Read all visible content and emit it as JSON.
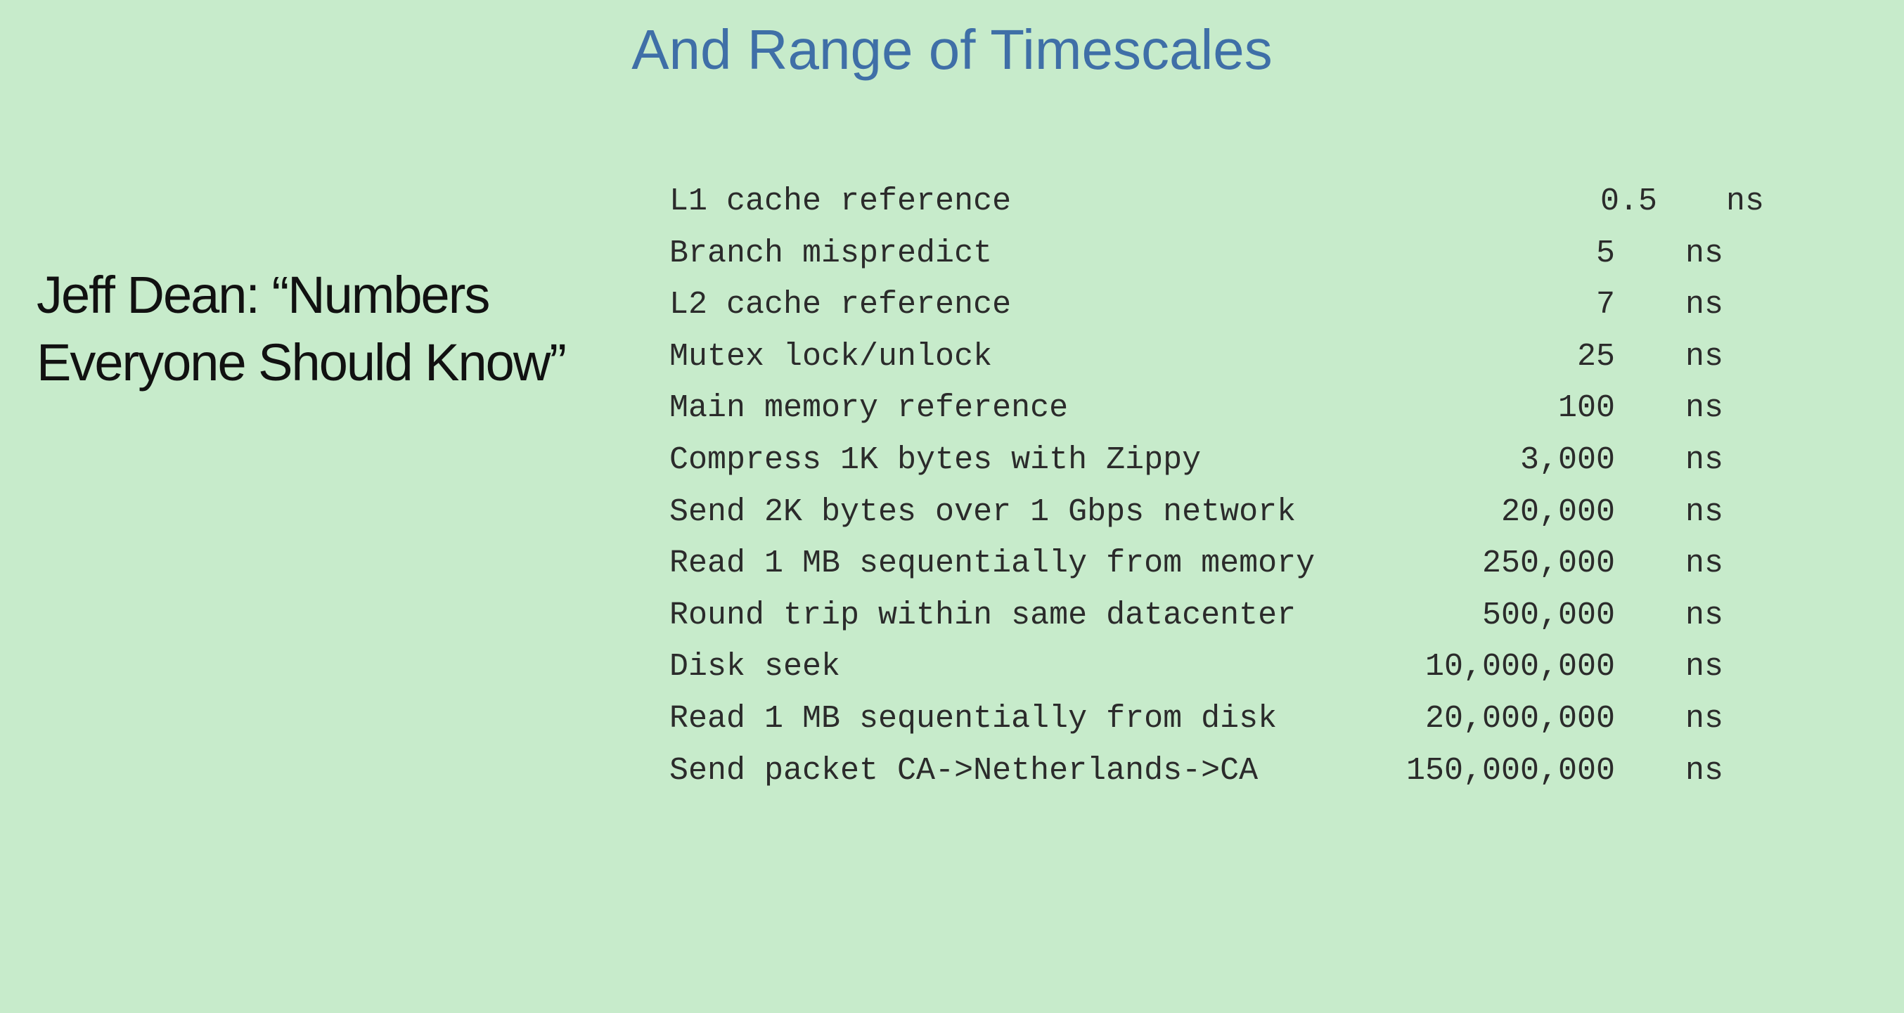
{
  "slide": {
    "title": "And Range of Timescales",
    "quote_line1": "Jeff Dean: “Numbers",
    "quote_line2": "Everyone Should Know”"
  },
  "latency_table": [
    {
      "operation": "L1 cache reference",
      "value": "0.5",
      "unit": "ns"
    },
    {
      "operation": "Branch mispredict",
      "value": "5",
      "unit": "ns"
    },
    {
      "operation": "L2 cache reference",
      "value": "7",
      "unit": "ns"
    },
    {
      "operation": "Mutex lock/unlock",
      "value": "25",
      "unit": "ns"
    },
    {
      "operation": "Main memory reference",
      "value": "100",
      "unit": "ns"
    },
    {
      "operation": "Compress 1K bytes with Zippy",
      "value": "3,000",
      "unit": "ns"
    },
    {
      "operation": "Send 2K bytes over 1 Gbps network",
      "value": "20,000",
      "unit": "ns"
    },
    {
      "operation": "Read 1 MB sequentially from memory",
      "value": "250,000",
      "unit": "ns"
    },
    {
      "operation": "Round trip within same datacenter",
      "value": "500,000",
      "unit": "ns"
    },
    {
      "operation": "Disk seek",
      "value": "10,000,000",
      "unit": "ns"
    },
    {
      "operation": "Read 1 MB sequentially from disk",
      "value": "20,000,000",
      "unit": "ns"
    },
    {
      "operation": "Send packet CA->Netherlands->CA",
      "value": "150,000,000",
      "unit": "ns"
    }
  ]
}
